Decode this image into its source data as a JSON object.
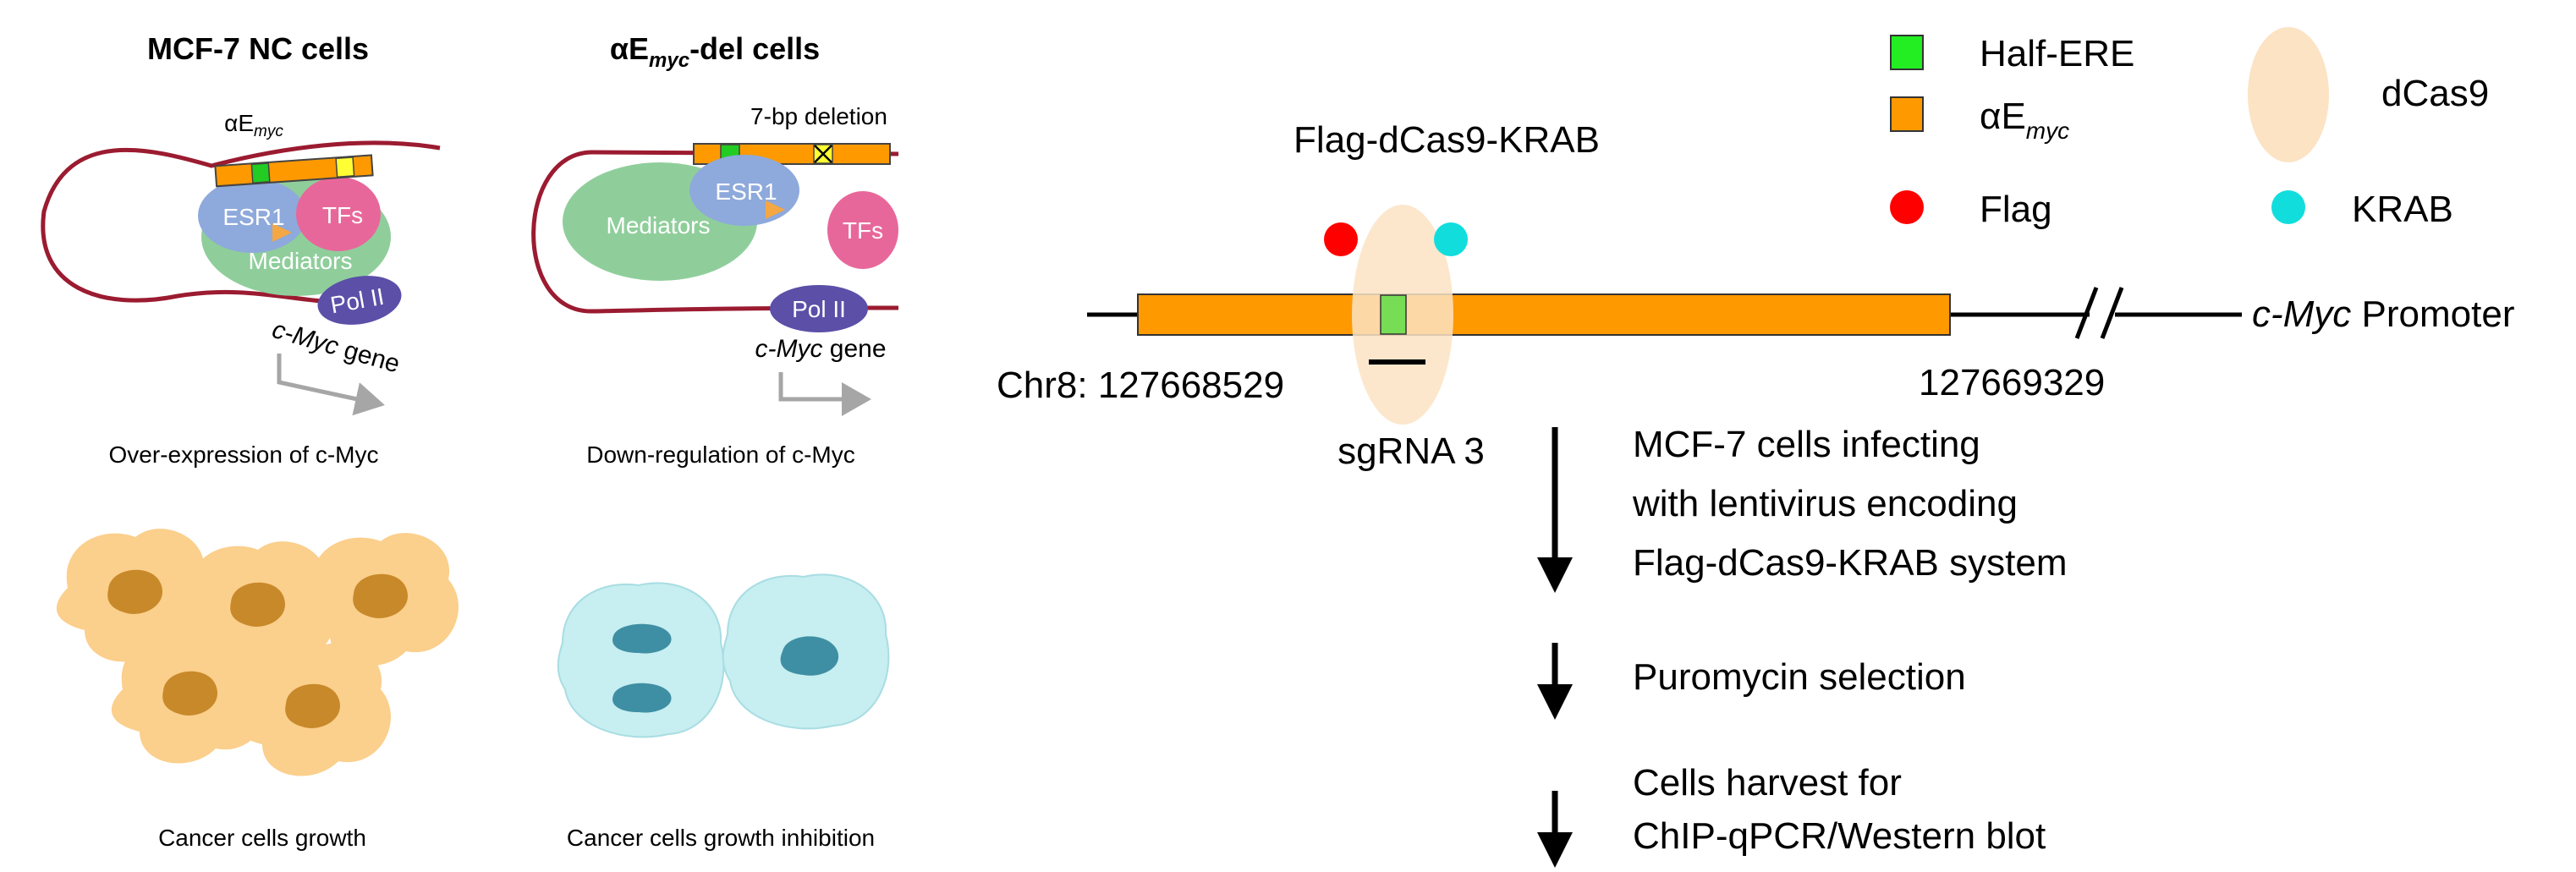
{
  "panel_left": {
    "nc_title": "MCF-7 NC cells",
    "del_title_main": "αE",
    "del_title_sub": "myc",
    "del_title_suffix": "-del cells",
    "enhancer_label_main": "αE",
    "enhancer_label_sub": "myc",
    "deletion_label": "7-bp deletion",
    "esr1": "ESR1",
    "tfs": "TFs",
    "mediators": "Mediators",
    "pol2": "Pol II",
    "gene_italic": "c-Myc",
    "gene_suffix": " gene",
    "nc_caption": "Over-expression of c-Myc",
    "del_caption": "Down-regulation of c-Myc",
    "nc_growth": "Cancer cells growth",
    "del_growth": "Cancer cells growth inhibition"
  },
  "panel_right": {
    "construct_label": "Flag-dCas9-KRAB",
    "chr_start": "Chr8: 127668529",
    "chr_end": "127669329",
    "promoter_italic": "c-Myc",
    "promoter_suffix": " Promoter",
    "sgrna": "sgRNA 3",
    "steps": [
      {
        "lines": [
          "MCF-7 cells infecting",
          "with lentivirus encoding",
          "Flag-dCas9-KRAB system"
        ]
      },
      {
        "lines": [
          "Puromycin selection"
        ]
      },
      {
        "lines": [
          "Cells harvest for",
          "ChIP-qPCR/Western blot"
        ]
      }
    ]
  },
  "legend": {
    "half_ere": "Half-ERE",
    "aemyc_main": "αE",
    "aemyc_sub": "myc",
    "flag": "Flag",
    "dcas9": "dCas9",
    "krab": "KRAB"
  },
  "colors": {
    "dna": "#9b1b30",
    "enhancer": "#ff9900",
    "half_ere": "#22cc22",
    "esr1": "#8ea9db",
    "tfs": "#e8679a",
    "mediators": "#8fce9b",
    "pol2": "#5b4fa8",
    "dcas9": "#fbe3c4",
    "flag": "#ff0000",
    "krab": "#11dddd",
    "cell_nc": "#fbcf8c",
    "nucleus_nc": "#c8892a",
    "cell_del": "#c7eef0",
    "nucleus_del": "#3f8fa4",
    "arrow_gray": "#a6a6a6"
  }
}
